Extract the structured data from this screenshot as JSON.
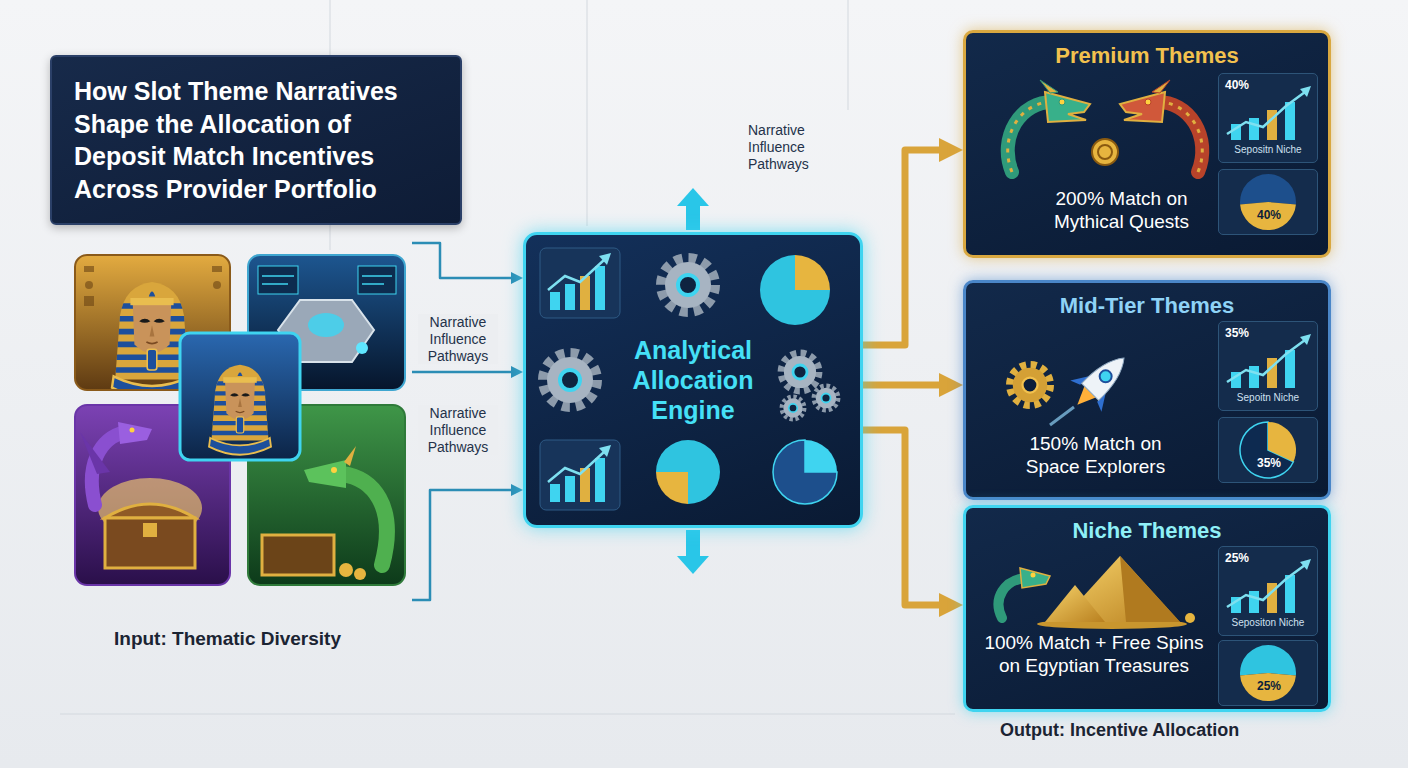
{
  "diagram": {
    "title": "How Slot Theme Narratives Shape the Allocation of Deposit Match Incentives Across Provider Portfolio",
    "nodes": [
      {
        "text": [
          "Input: Thematic Diversity"
        ]
      },
      {
        "text": [
          "Analytical Allocation Engine"
        ]
      },
      {
        "text": [
          "Premium Themes",
          "200% Match on Mythical Quests"
        ]
      },
      {
        "text": [
          "40%",
          "Sepositn Niche"
        ],
        "in": 2
      },
      {
        "text": [
          "40%"
        ],
        "in": 2
      },
      {
        "text": [
          "Mid-Tier Themes",
          "150% Match on Space Explorers"
        ]
      },
      {
        "text": [
          "35%",
          "Sepoitn Niche"
        ],
        "in": 5
      },
      {
        "text": [
          "35%"
        ],
        "in": 5
      },
      {
        "text": [
          "Niche Themes",
          "100% Match + Free Spins on Egyptian Treasures"
        ]
      },
      {
        "text": [
          "25%",
          "Sepositon Niche"
        ],
        "in": 8
      },
      {
        "text": [
          "25%"
        ],
        "in": 8
      }
    ],
    "edges": [
      {
        "from": 0,
        "to": 1,
        "arrow": "to"
      },
      {
        "from": 0,
        "to": 1,
        "label": "Narrative Influence Pathways",
        "arrow": "to"
      },
      {
        "from": 0,
        "to": 1,
        "label": "Narrative Influence Pathways",
        "arrow": "to"
      },
      {
        "from": 1,
        "to": 2,
        "arrow": "to"
      },
      {
        "from": 1,
        "to": 5,
        "arrow": "to"
      },
      {
        "from": 1,
        "to": 8,
        "arrow": "to"
      }
    ],
    "labels": [
      "Narrative Influence Pathways",
      "Output: Incentive Allocation"
    ]
  }
}
